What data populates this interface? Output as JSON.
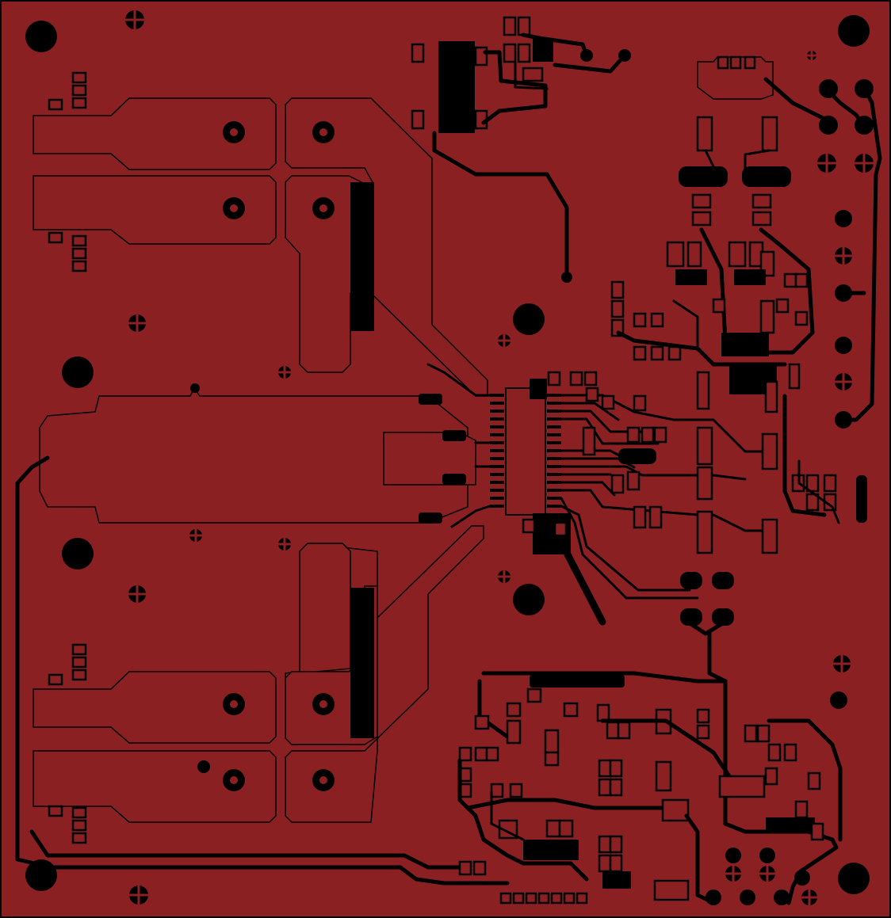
{
  "board": {
    "copper_color": "#8b2023",
    "clearance_color": "#000000"
  },
  "icons": {
    "mounting_hole": "filled-circle",
    "thermal_via": "cross-circle",
    "plated_hole": "ring"
  }
}
